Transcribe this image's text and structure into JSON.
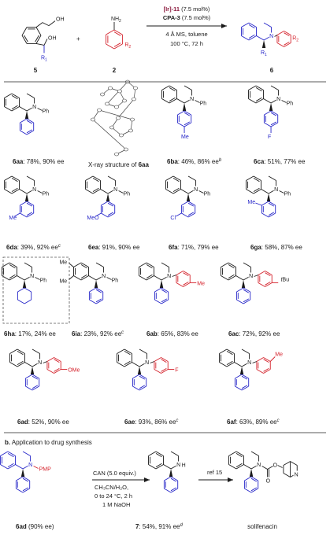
{
  "scheme_a": {
    "reactant1_id": "5",
    "reactant2_id": "2",
    "product_id": "6",
    "plus": "+",
    "catalyst_name": "[Ir]-11",
    "catalyst_load": "(7.5 mol%)",
    "cpa_name": "CPA-3",
    "cpa_load": "(7.5 mol%)",
    "solvent": "4 Å MS, toluene",
    "temp_time": "100 °C, 72 h",
    "atom_labels": {
      "OH": "OH",
      "R1": "R",
      "R1_sub": "1",
      "R2": "R",
      "R2_sub": "2",
      "NH2": "NH",
      "NH2_sub": "2",
      "N": "N"
    },
    "colors": {
      "black": "#1a1a1a",
      "blue": "#2424c8",
      "red": "#d4202a",
      "maroon": "#8b1a3e"
    }
  },
  "products": [
    {
      "id": "6aa",
      "text": ": 78%, 90% ee",
      "sup": ""
    },
    {
      "id": "6ba",
      "text": ": 46%, 86% ee",
      "sup": "b"
    },
    {
      "id": "6ca",
      "text": ": 51%, 77% ee",
      "sup": ""
    },
    {
      "id": "6da",
      "text": ": 39%, 92% ee",
      "sup": "c"
    },
    {
      "id": "6ea",
      "text": ": 91%, 90% ee",
      "sup": ""
    },
    {
      "id": "6fa",
      "text": ": 71%, 79% ee",
      "sup": ""
    },
    {
      "id": "6ga",
      "text": ": 58%, 87% ee",
      "sup": ""
    },
    {
      "id": "6ha",
      "text": ": 17%, 24% ee",
      "sup": ""
    },
    {
      "id": "6ia",
      "text": ": 23%, 92% ee",
      "sup": "c"
    },
    {
      "id": "6ab",
      "text": ": 65%, 83% ee",
      "sup": ""
    },
    {
      "id": "6ac",
      "text": ": 72%, 92% ee",
      "sup": ""
    },
    {
      "id": "6ad",
      "text": ": 52%, 90% ee",
      "sup": ""
    },
    {
      "id": "6ae",
      "text": ": 93%, 86% ee",
      "sup": "c"
    },
    {
      "id": "6af",
      "text": ": 63%, 89% ee",
      "sup": "c"
    }
  ],
  "xray": {
    "prefix": "X-ray structure of ",
    "id": "6aa"
  },
  "substituents": {
    "Ph": "Ph",
    "Me": "Me",
    "F": "F",
    "MeO": "MeO",
    "Cl": "Cl",
    "tBu_t": "t",
    "tBu_bu": "Bu",
    "OMe": "OMe",
    "N": "N"
  },
  "section_b": {
    "title_letter": "b.",
    "title_text": " Application to drug synthesis",
    "sm_label_id": "6ad",
    "sm_label_text": " (90% ee)",
    "pmp": "PMP",
    "reagent1": "CAN (5.0 equiv.)",
    "reagent2": "CH₃CN/H₂O,",
    "reagent3": "0 to 24 °C, 2 h",
    "reagent4": "1 M NaOH",
    "product_id": "7",
    "product_text": ": 54%, 91% ee",
    "product_sup": "d",
    "nh": "NH",
    "ref": "ref 15",
    "final_label": "solifenacin",
    "o_atom": "O",
    "n_atom": "N"
  }
}
